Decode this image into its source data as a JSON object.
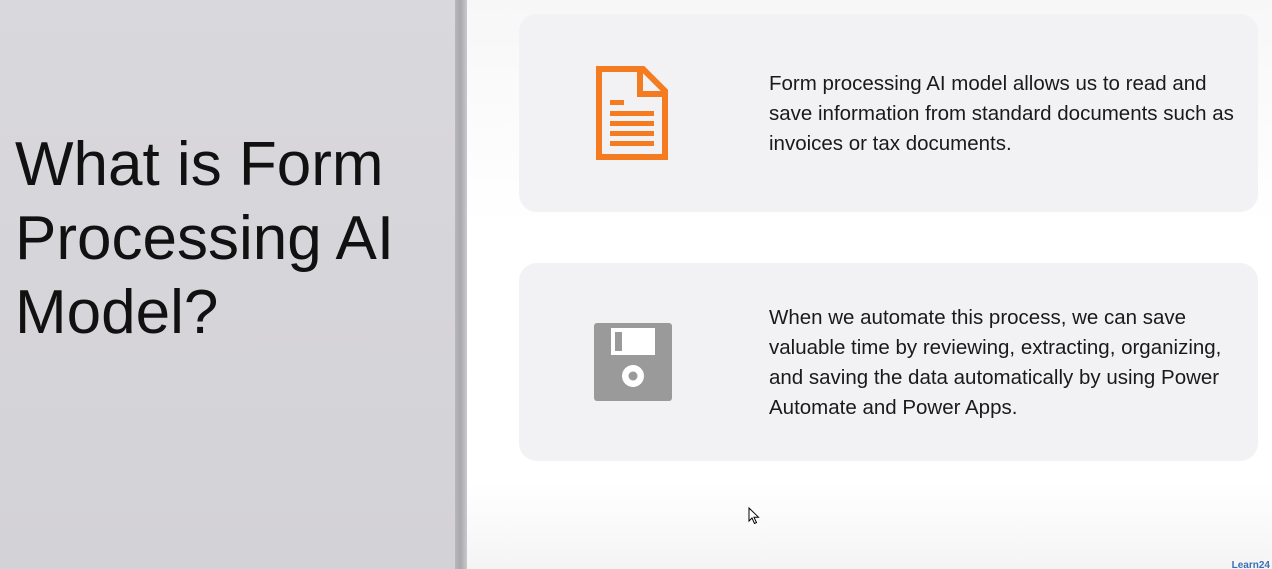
{
  "slide": {
    "title": "What is Form\nProcessing AI\nModel?",
    "cards": [
      {
        "icon": "document-icon",
        "icon_color": "#f47b20",
        "text": "Form processing AI model allows us to read and save information from standard documents such as invoices or tax documents."
      },
      {
        "icon": "floppy-disk-icon",
        "icon_color": "#9a9a9a",
        "text": "When we automate this process, we can save valuable time by reviewing, extracting, organizing, and saving the data automatically by using Power Automate and Power Apps."
      }
    ]
  },
  "watermark": {
    "text": "Learn24"
  },
  "colors": {
    "left_panel": "#d7d6da",
    "card_background": "#f2f1f3",
    "accent_orange": "#f47b20",
    "icon_gray": "#9a9a9a"
  }
}
